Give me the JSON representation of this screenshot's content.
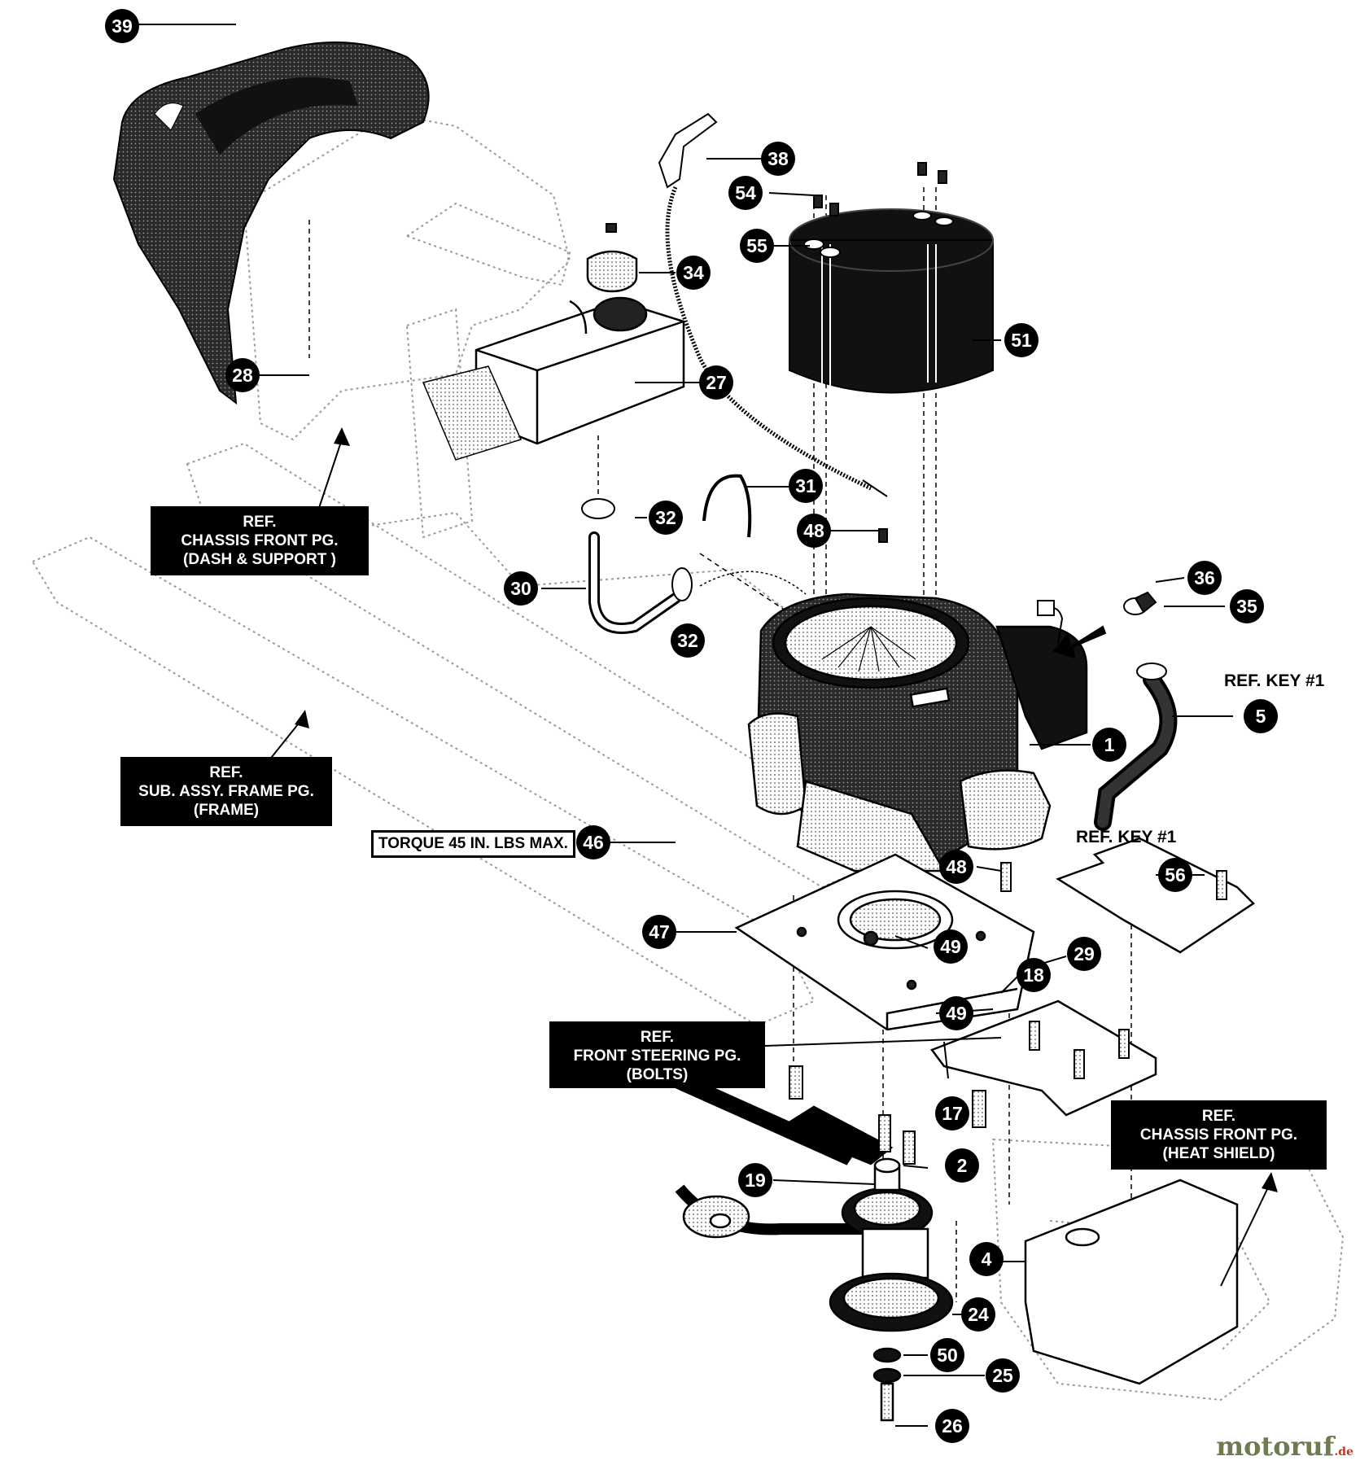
{
  "callouts": [
    "39",
    "38",
    "54",
    "55",
    "34",
    "51",
    "28",
    "27",
    "31",
    "32",
    "48",
    "30",
    "32",
    "36",
    "35",
    "5",
    "1",
    "46",
    "48",
    "56",
    "47",
    "49",
    "29",
    "18",
    "49",
    "17",
    "2",
    "19",
    "4",
    "24",
    "50",
    "25",
    "26"
  ],
  "labels": {
    "ref_chassis_dash": [
      "REF.",
      "CHASSIS FRONT PG.",
      "(DASH & SUPPORT )"
    ],
    "ref_sub_assy_frame": [
      "REF.",
      "SUB. ASSY. FRAME PG.",
      "(FRAME)"
    ],
    "ref_front_steering": [
      "REF.",
      "FRONT STEERING PG.",
      "(BOLTS)"
    ],
    "ref_chassis_heat": [
      "REF.",
      "CHASSIS FRONT PG.",
      "(HEAT SHIELD)"
    ],
    "torque": "TORQUE 45 IN. LBS MAX.",
    "ref_key_1_top": "REF. KEY #1",
    "ref_key_1_bottom": "REF. KEY #1"
  },
  "watermark": {
    "brand": "motoruf",
    "tld": ".de"
  },
  "colors": {
    "ink": "#000000",
    "paper": "#ffffff",
    "ghost": "#9a9a9a"
  }
}
